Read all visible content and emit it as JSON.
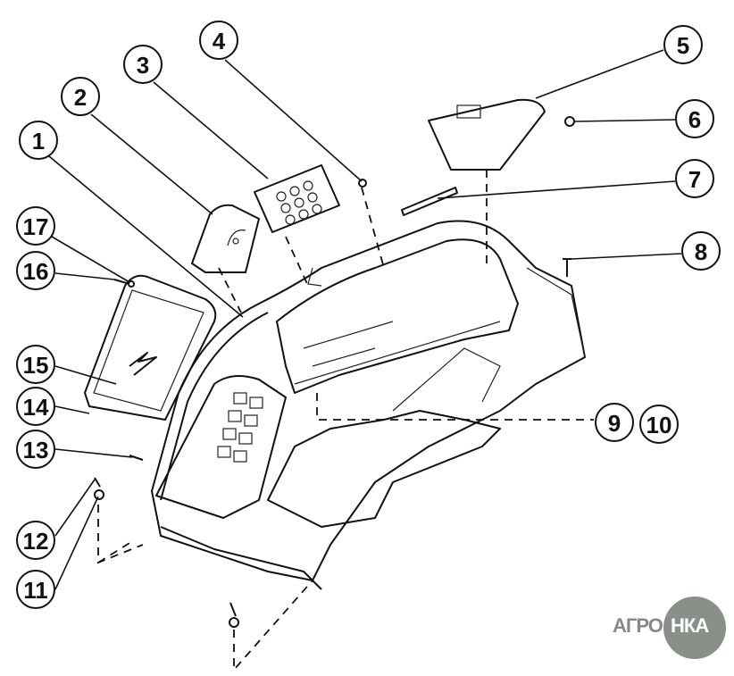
{
  "callouts": [
    "1",
    "2",
    "3",
    "4",
    "5",
    "6",
    "7",
    "8",
    "9",
    "10",
    "11",
    "12",
    "13",
    "14",
    "15",
    "16",
    "17"
  ],
  "logo": {
    "part1": "АГРО",
    "part2": "НКА"
  },
  "colors": {
    "line": "#111111",
    "logo": "#8a8f8a"
  }
}
